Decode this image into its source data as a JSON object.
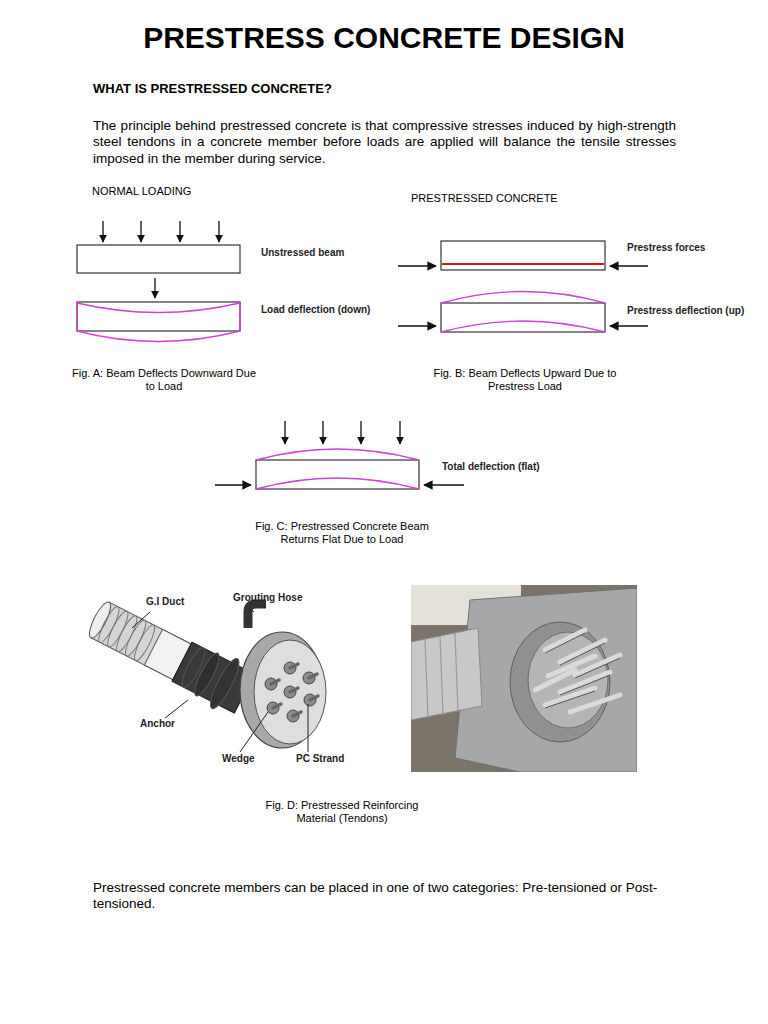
{
  "diagram": {
    "title": "PRESTRESS CONCRETE DESIGN",
    "labels": [
      "WHAT IS PRESTRESSED CONCRETE?",
      "The principle behind prestressed concrete is that compressive stresses induced by high-strength steel tendons in a concrete member before loads are applied will balance the tensile stresses imposed in the member during service.",
      "NORMAL LOADING",
      "PRESTRESSED CONCRETE",
      "Unstressed beam",
      "Load deflection (down)",
      "Prestress forces",
      "Prestress deflection (up)",
      "Fig. A: Beam Deflects Downward Due to Load",
      "Fig. B: Beam Deflects Upward Due to Prestress Load",
      "Total deflection (flat)",
      "Fig. C: Prestressed Concrete Beam Returns Flat Due to Load",
      "G.I Duct",
      "Grouting Hose",
      "Anchor",
      "Wedge",
      "PC Strand",
      "Fig. D: Prestressed Reinforcing Material (Tendons)",
      "Prestressed concrete members can be placed in one of two categories: Pre-tensioned or Post-tensioned."
    ]
  }
}
